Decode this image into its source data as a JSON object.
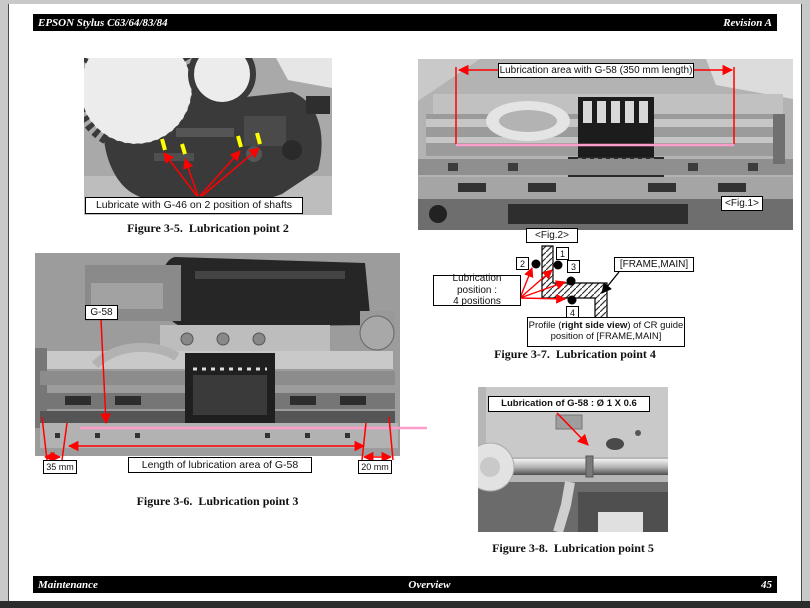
{
  "page": {
    "header": {
      "title": "EPSON Stylus C63/64/83/84",
      "revision": "Revision A"
    },
    "footer": {
      "left": "Maintenance",
      "center": "Overview",
      "page_number": "45"
    }
  },
  "figures": {
    "fig3_5": {
      "callout": "Lubricate with G-46 on 2 position of shafts",
      "caption": "Figure 3-5.  Lubrication point 2"
    },
    "fig_right": {
      "callout": "Lubrication area with G-58 (350 mm length)",
      "tag": "<Fig.1>"
    },
    "fig3_6": {
      "part_label": "G-58",
      "length_label": "Length of  lubrication area of G-58",
      "left_mm": "35 mm",
      "right_mm": "20 mm",
      "caption": "Figure 3-6.  Lubrication point 3"
    },
    "fig3_7": {
      "tag": "<Fig.2>",
      "position_line1": "Lubrication position :",
      "position_line2": "4 positions",
      "frame_label": "[FRAME,MAIN]",
      "profile_prefix": "Profile (",
      "profile_bold": "right side view",
      "profile_mid": ") of CR guide",
      "profile_line2": "position of [FRAME,MAIN]",
      "numbers": [
        "1",
        "2",
        "3",
        "4"
      ],
      "caption": "Figure 3-7.  Lubrication point 4"
    },
    "fig3_8": {
      "callout": "Lubrication of G-58 : Ø 1 X 0.6",
      "caption": "Figure 3-8.  Lubrication point 5"
    }
  },
  "colors": {
    "annotation_red": "#ff0000",
    "highlight_pink": "#ff9dca",
    "mark_yellow": "#ffff00",
    "bar_black": "#000000"
  }
}
